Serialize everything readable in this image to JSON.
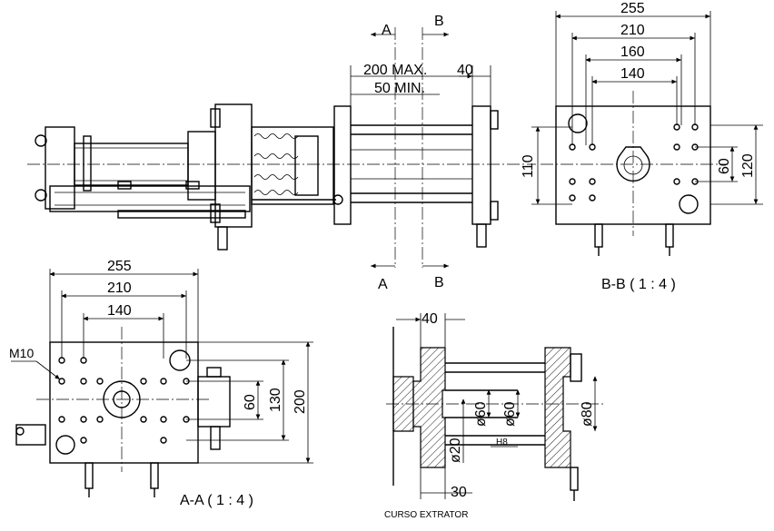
{
  "section_markers": {
    "a_top": "A",
    "b_top": "B",
    "a_bottom": "A",
    "b_bottom": "B"
  },
  "side_view": {
    "stroke_max": "200 MAX.",
    "stroke_min": "50 MIN.",
    "dim_40": "40"
  },
  "view_bb": {
    "title": "B-B ( 1 : 4 )",
    "dims": {
      "w255": "255",
      "w210": "210",
      "w160": "160",
      "w140": "140",
      "h110": "110",
      "h60": "60",
      "h120": "120"
    }
  },
  "view_aa": {
    "title": "A-A ( 1 : 4 )",
    "thread": "M10",
    "dims": {
      "w255": "255",
      "w210": "210",
      "w140": "140",
      "h60": "60",
      "h130": "130",
      "h200": "200"
    }
  },
  "section_view": {
    "dims": {
      "d40": "40",
      "d60a": "ø60",
      "d60b": "ø60",
      "d80": "ø80",
      "d20": "ø20",
      "fit": "H8",
      "d30": "30"
    },
    "caption": "CURSO EXTRATOR"
  }
}
